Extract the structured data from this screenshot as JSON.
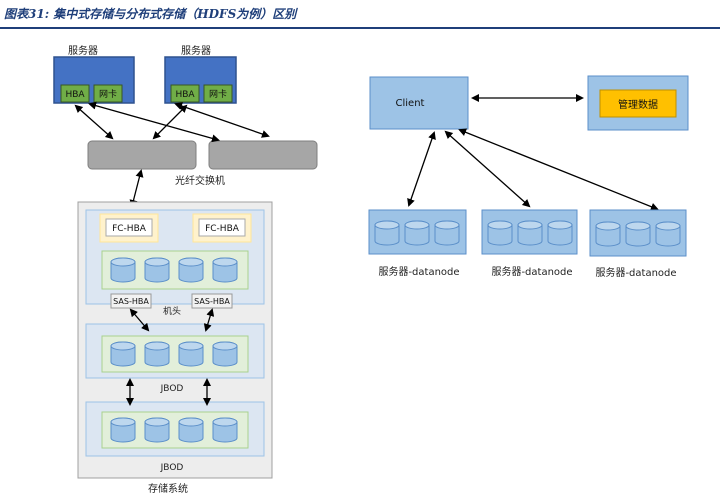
{
  "figure": {
    "title": "图表31: 集中式存储与分布式存储（HDFS为例）区别"
  },
  "centralized": {
    "server_label": "服务器",
    "server_label_alt": "服务器",
    "hba_label": "HBA",
    "nic_label": "网卡",
    "switch_label": "光纤交换机",
    "fc_hba_label": "FC-HBA",
    "sas_hba_label": "SAS-HBA",
    "controller_label": "机头",
    "jbod_label": "JBOD",
    "storage_system_label": "存储系统"
  },
  "distributed": {
    "client_label": "Client",
    "metadata_label": "管理数据",
    "datanode_label": "服务器-datanode"
  },
  "colors": {
    "server_blue": "#4472c4",
    "nic_green": "#70ad47",
    "switch_gray": "#a6a6a6",
    "pale_blue": "#dce6f2",
    "pale_green": "#e2efda",
    "disk_blue": "#9dc3e6",
    "yellow": "#ffc000",
    "title_blue": "#1f3f7a"
  }
}
